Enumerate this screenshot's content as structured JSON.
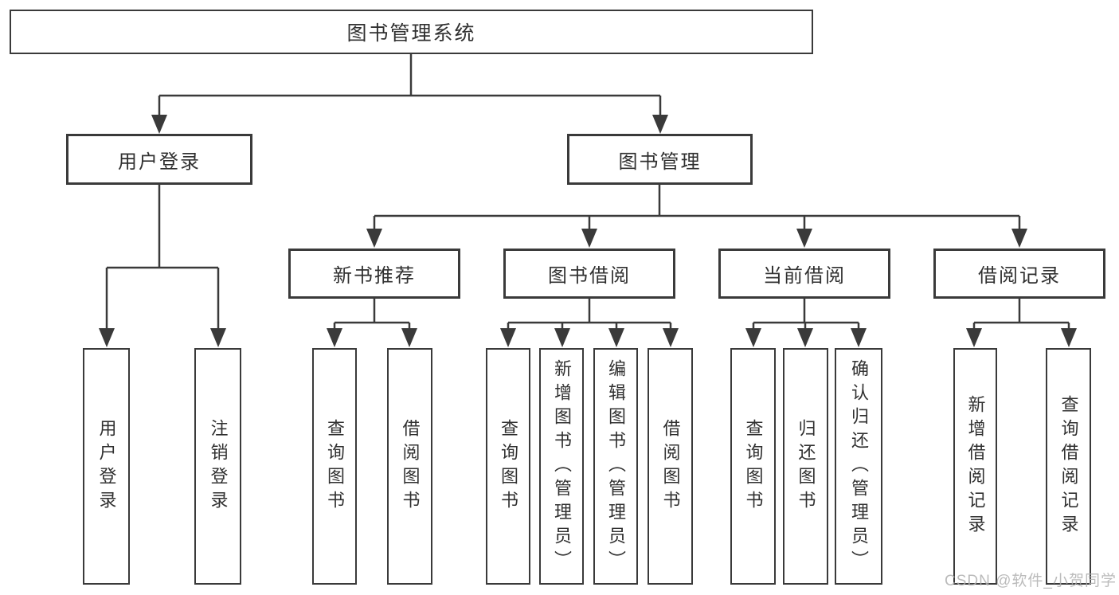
{
  "colors": {
    "line": "#3a3a3a",
    "text": "#303030",
    "watermark": "#b0b0b0",
    "bg": "#ffffff"
  },
  "nodes": {
    "root": "图书管理系统",
    "user_login": "用户登录",
    "book_mgmt": "图书管理",
    "new_book_rec": "新书推荐",
    "book_borrow": "图书借阅",
    "current_borrow": "当前借阅",
    "borrow_record": "借阅记录",
    "leaf_user_login": "用户登录",
    "leaf_logout": "注销登录",
    "rec_query_book": "查询图书",
    "rec_borrow_book": "借阅图书",
    "bb_query_book": "查询图书",
    "bb_add_book": "新增图书（管理员）",
    "bb_edit_book": "编辑图书（管理员）",
    "bb_borrow_book": "借阅图书",
    "cb_query_book": "查询图书",
    "cb_return_book": "归还图书",
    "cb_confirm_return": "确认归还（管理员）",
    "br_add_record": "新增借阅记录",
    "br_query_record": "查询借阅记录"
  },
  "tree": {
    "label": "图书管理系统",
    "children": [
      {
        "label": "用户登录",
        "children": [
          {
            "label": "用户登录"
          },
          {
            "label": "注销登录"
          }
        ]
      },
      {
        "label": "图书管理",
        "children": [
          {
            "label": "新书推荐",
            "children": [
              {
                "label": "查询图书"
              },
              {
                "label": "借阅图书"
              }
            ]
          },
          {
            "label": "图书借阅",
            "children": [
              {
                "label": "查询图书"
              },
              {
                "label": "新增图书（管理员）"
              },
              {
                "label": "编辑图书（管理员）"
              },
              {
                "label": "借阅图书"
              }
            ]
          },
          {
            "label": "当前借阅",
            "children": [
              {
                "label": "查询图书"
              },
              {
                "label": "归还图书"
              },
              {
                "label": "确认归还（管理员）"
              }
            ]
          },
          {
            "label": "借阅记录",
            "children": [
              {
                "label": "新增借阅记录"
              },
              {
                "label": "查询借阅记录"
              }
            ]
          }
        ]
      }
    ]
  },
  "watermark": {
    "text": "CSDN @软件_小贺同学"
  }
}
